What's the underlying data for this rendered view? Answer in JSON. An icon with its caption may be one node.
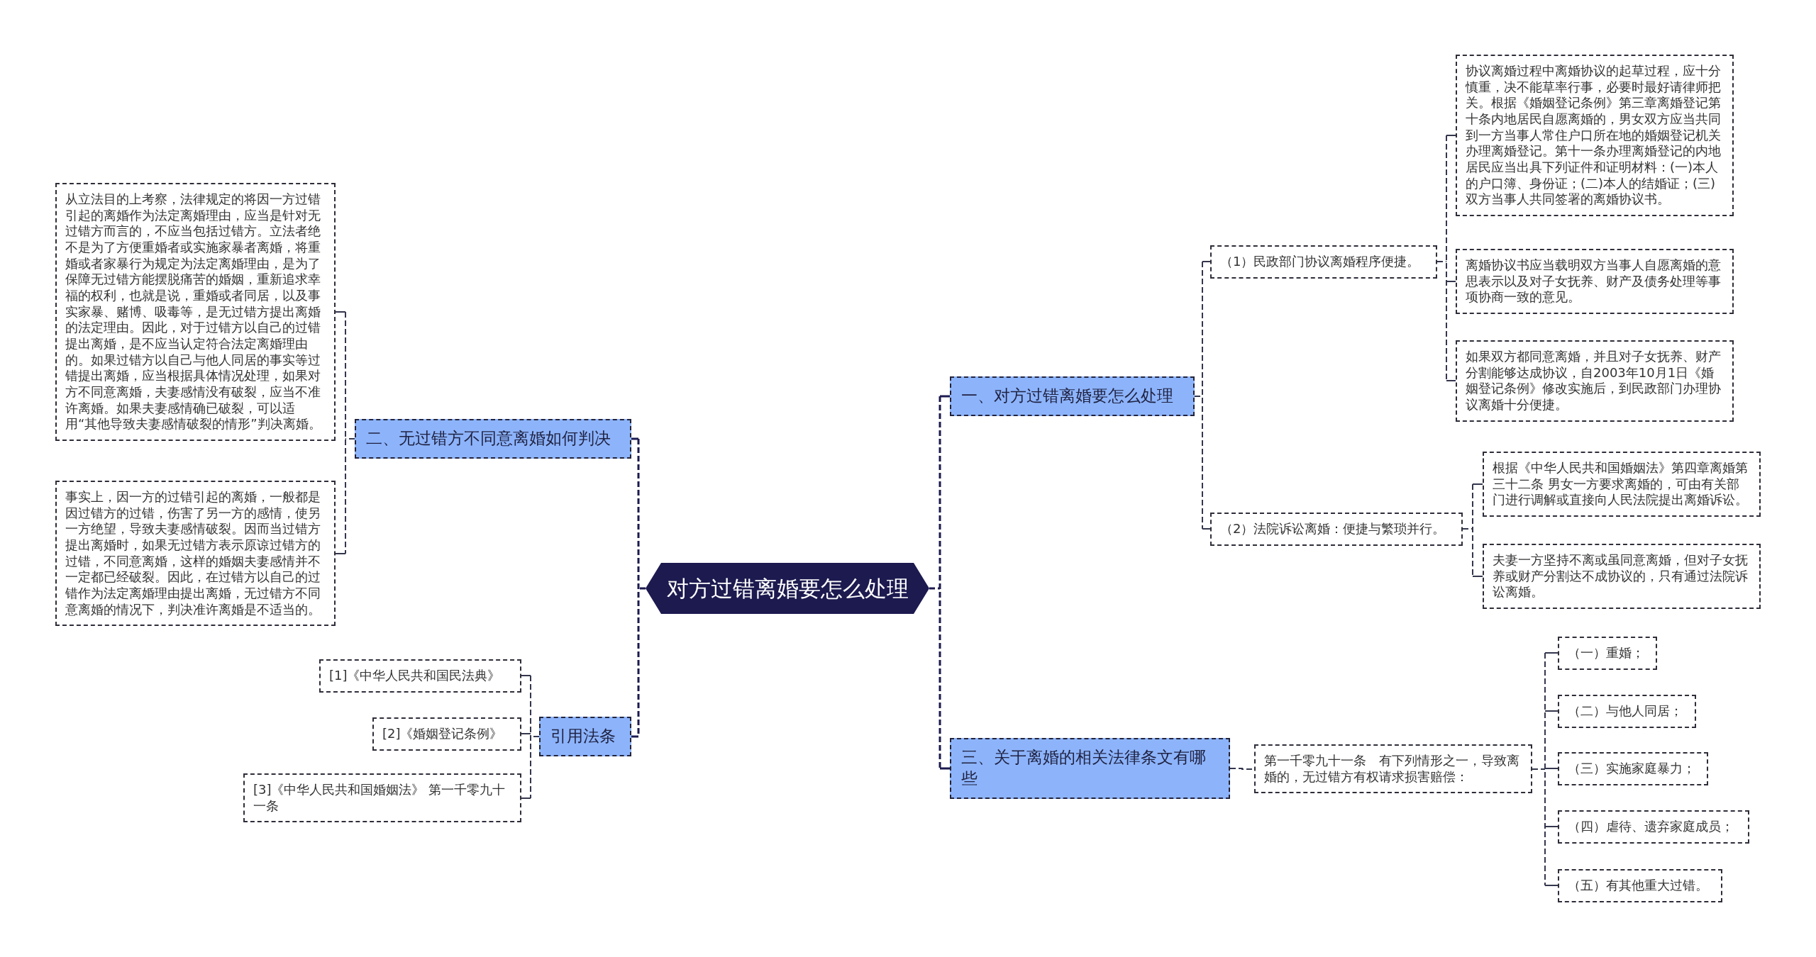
{
  "diagram": {
    "nodes": [
      {
        "text": [
          "对方过错离婚要怎么处理"
        ]
      },
      {
        "text": [
          "一、对方过错离婚要怎么处理"
        ]
      },
      {
        "text": [
          "（1）民政部门协议离婚程序便捷。"
        ]
      },
      {
        "text": [
          "协议离婚过程中离婚协议的起草过程，应十分慎重，决不能草率行事，必要时最好请律师把关。根据《婚姻登记条例》第三章离婚登记第十条内地居民自愿离婚的，男女双方应当共同到一方当事人常住户口所在地的婚姻登记机关办理离婚登记。第十一条办理离婚登记的内地居民应当出具下列证件和证明材料：(一)本人的户口簿、身份证；(二)本人的结婚证；(三)双方当事人共同签署的离婚协议书。"
        ]
      },
      {
        "text": [
          "离婚协议书应当载明双方当事人自愿离婚的意思表示以及对子女抚养、财产及债务处理等事项协商一致的意见。"
        ]
      },
      {
        "text": [
          "如果双方都同意离婚，并且对子女抚养、财产分割能够达成协议，自2003年10月1日《婚姻登记条例》修改实施后，到民政部门办理协议离婚十分便捷。"
        ]
      },
      {
        "text": [
          "（2）法院诉讼离婚：便捷与繁琐并行。"
        ]
      },
      {
        "text": [
          "根据《中华人民共和国婚姻法》第四章离婚第三十二条 男女一方要求离婚的，可由有关部门进行调解或直接向人民法院提出离婚诉讼。"
        ]
      },
      {
        "text": [
          "夫妻一方坚持不离或虽同意离婚，但对子女抚养或财产分割达不成协议的，只有通过法院诉讼离婚。"
        ]
      },
      {
        "text": [
          "二、无过错方不同意离婚如何判决"
        ]
      },
      {
        "text": [
          "从立法目的上考察，法律规定的将因一方过错引起的离婚作为法定离婚理由，应当是针对无过错方而言的，不应当包括过错方。立法者绝不是为了方便重婚者或实施家暴者离婚，将重婚或者家暴行为规定为法定离婚理由，是为了保障无过错方能摆脱痛苦的婚姻，重新追求幸福的权利，也就是说，重婚或者同居，以及事实家暴、赌博、吸毒等，是无过错方提出离婚的法定理由。因此，对于过错方以自己的过错提出离婚，是不应当认定符合法定离婚理由的。如果过错方以自己与他人同居的事实等过错提出离婚，应当根据具体情况处理，如果对方不同意离婚，夫妻感情没有破裂，应当不准许离婚。如果夫妻感情确已破裂，可以适用“其他导致夫妻感情破裂的情形”判决离婚。"
        ]
      },
      {
        "text": [
          "事实上，因一方的过错引起的离婚，一般都是因过错方的过错，伤害了另一方的感情，使另一方绝望，导致夫妻感情破裂。因而当过错方提出离婚时，如果无过错方表示原谅过错方的过错，不同意离婚，这样的婚姻夫妻感情并不一定都已经破裂。因此，在过错方以自己的过错作为法定离婚理由提出离婚，无过错方不同意离婚的情况下，判决准许离婚是不适当的。"
        ]
      },
      {
        "text": [
          "三、关于离婚的相关法律条文有哪些"
        ]
      },
      {
        "text": [
          "第一千零九十一条　有下列情形之一，导致离婚的，无过错方有权请求损害赔偿："
        ]
      },
      {
        "text": [
          "（一）重婚；"
        ]
      },
      {
        "text": [
          "（二）与他人同居；"
        ]
      },
      {
        "text": [
          "（三）实施家庭暴力；"
        ]
      },
      {
        "text": [
          "（四）虐待、遗弃家庭成员；"
        ]
      },
      {
        "text": [
          "（五）有其他重大过错。"
        ]
      },
      {
        "text": [
          "引用法条"
        ]
      },
      {
        "text": [
          "[1]《中华人民共和国民法典》"
        ]
      },
      {
        "text": [
          "[2]《婚姻登记条例》"
        ]
      },
      {
        "text": [
          "[3]《中华人民共和国婚姻法》 第一千零九十一条"
        ]
      }
    ],
    "edges": [
      {
        "from": 0,
        "to": 1,
        "arrow": "none",
        "style": "dashed",
        "color": "#1c1a4f"
      },
      {
        "from": 1,
        "to": 2,
        "arrow": "none",
        "style": "dashed"
      },
      {
        "from": 2,
        "to": 3,
        "arrow": "none",
        "style": "dashed"
      },
      {
        "from": 2,
        "to": 4,
        "arrow": "none",
        "style": "dashed"
      },
      {
        "from": 2,
        "to": 5,
        "arrow": "none",
        "style": "dashed"
      },
      {
        "from": 1,
        "to": 6,
        "arrow": "none",
        "style": "dashed"
      },
      {
        "from": 6,
        "to": 7,
        "arrow": "none",
        "style": "dashed"
      },
      {
        "from": 6,
        "to": 8,
        "arrow": "none",
        "style": "dashed"
      },
      {
        "from": 0,
        "to": 9,
        "arrow": "none",
        "style": "dashed",
        "color": "#1c1a4f"
      },
      {
        "from": 9,
        "to": 10,
        "arrow": "none",
        "style": "dashed"
      },
      {
        "from": 9,
        "to": 11,
        "arrow": "none",
        "style": "dashed"
      },
      {
        "from": 0,
        "to": 12,
        "arrow": "none",
        "style": "dashed",
        "color": "#1c1a4f"
      },
      {
        "from": 12,
        "to": 13,
        "arrow": "none",
        "style": "dashed"
      },
      {
        "from": 13,
        "to": 14,
        "arrow": "none",
        "style": "dashed"
      },
      {
        "from": 13,
        "to": 15,
        "arrow": "none",
        "style": "dashed"
      },
      {
        "from": 13,
        "to": 16,
        "arrow": "none",
        "style": "dashed"
      },
      {
        "from": 13,
        "to": 17,
        "arrow": "none",
        "style": "dashed"
      },
      {
        "from": 13,
        "to": 18,
        "arrow": "none",
        "style": "dashed"
      },
      {
        "from": 0,
        "to": 19,
        "arrow": "none",
        "style": "dashed",
        "color": "#1c1a4f"
      },
      {
        "from": 19,
        "to": 20,
        "arrow": "none",
        "style": "dashed"
      },
      {
        "from": 19,
        "to": 21,
        "arrow": "none",
        "style": "dashed"
      },
      {
        "from": 19,
        "to": 22,
        "arrow": "none",
        "style": "dashed"
      }
    ]
  }
}
